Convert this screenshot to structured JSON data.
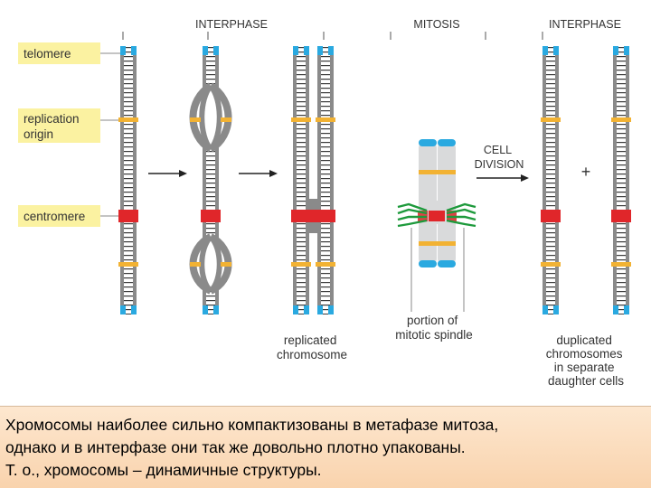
{
  "header": {
    "interphase_left": "INTERPHASE",
    "mitosis": "MITOSIS",
    "interphase_right": "INTERPHASE"
  },
  "legend": {
    "telomere": [
      "telomere"
    ],
    "replication_origin": [
      "replication",
      "origin"
    ],
    "centromere": [
      "centromere"
    ]
  },
  "labels": {
    "cell_division": [
      "CELL",
      "DIVISION"
    ],
    "plus": "+",
    "spindle": [
      "portion of",
      "mitotic spindle"
    ],
    "replicated": [
      "replicated",
      "chromosome"
    ],
    "duplicated": [
      "duplicated",
      "chromosomes",
      "in separate",
      "daughter cells"
    ]
  },
  "caption": {
    "lines": [
      "Хромосомы наиболее сильно компактизованы в метафазе митоза,",
      "однако и в интерфазе они так же довольно плотно упакованы.",
      "Т. о., хромосомы – динамичные структуры."
    ]
  },
  "colors": {
    "telomere": "#2aa9e0",
    "origin": "#f2b233",
    "centromere": "#e0262a",
    "strand": "#8a8a8a",
    "spindle": "#1e9a3c",
    "legend_box": "#fbf2a1",
    "caption_bg": "#fbdcbd"
  }
}
